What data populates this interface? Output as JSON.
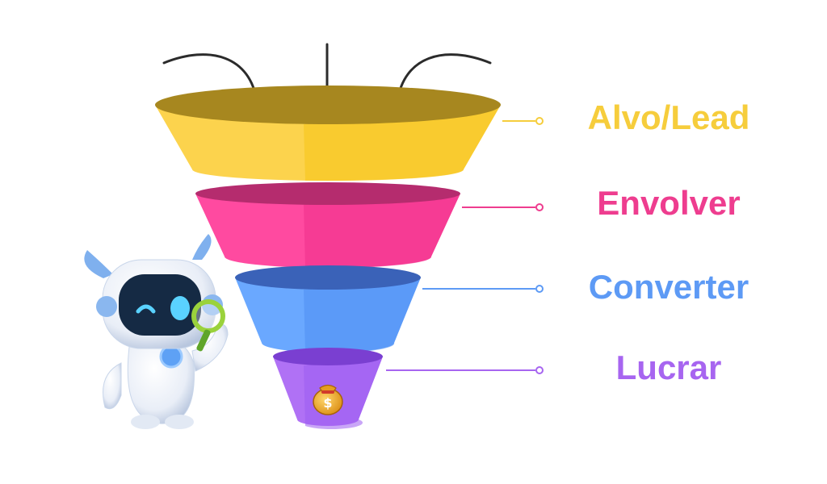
{
  "funnel": {
    "stages": [
      {
        "label": "Alvo/Lead",
        "color": "#fcd34d",
        "side_color": "#f5c518",
        "rim_color": "#a7871f",
        "line_color": "#f6cd3c"
      },
      {
        "label": "Envolver",
        "color": "#ff4aa0",
        "side_color": "#ee2f8a",
        "rim_color": "#b52c6e",
        "line_color": "#ee3d8f"
      },
      {
        "label": "Converter",
        "color": "#6aa8ff",
        "side_color": "#4f8ef2",
        "rim_color": "#3a62b8",
        "line_color": "#5d9af5"
      },
      {
        "label": "Lucrar",
        "color": "#b071f5",
        "side_color": "#9c5cf0",
        "rim_color": "#7a3fd1",
        "line_color": "#a765f0"
      }
    ],
    "arrows_icon": "incoming-arrows-icon",
    "bag_icon": "money-bag-icon",
    "mascot_icon": "robot-with-magnifier-icon"
  }
}
